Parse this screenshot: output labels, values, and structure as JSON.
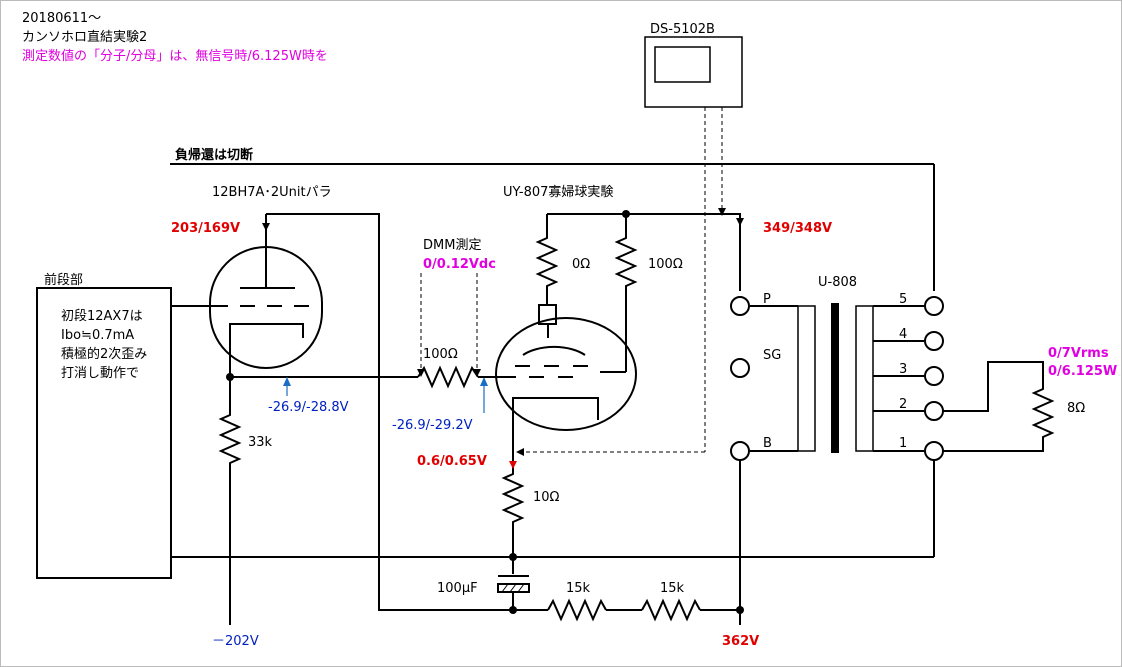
{
  "header": {
    "date": "20180611～",
    "title": "カンソホロ直結実験2",
    "note": "測定数値の「分子/分母」は、無信号時/6.125W時を"
  },
  "scope_label": "DS-5102B",
  "nfb_note": "負帰還は切断",
  "driver_tube_label": "12BH7A･2Unitパラ",
  "output_tube_label": "UY-807寡婦球実験",
  "front_stage": {
    "title": "前段部",
    "lines": [
      "初段12AX7は",
      "Ibo≒0.7mA",
      "積極的2次歪み",
      "打消し動作で"
    ]
  },
  "dmm": {
    "label": "DMM測定",
    "value": "0/0.12Vdc"
  },
  "voltages": {
    "driver_plate": "203/169V",
    "driver_cathode": "-26.9/-28.8V",
    "output_grid": "-26.9/-29.2V",
    "output_cathode": "0.6/0.65V",
    "output_plate": "349/348V",
    "neg_supply": "－202V",
    "pos_supply": "362V",
    "output_voltage": "0/7Vrms",
    "output_power": "0/6.125W"
  },
  "components": {
    "r_grid_stop": "100Ω",
    "r_cath_driver": "33k",
    "r_plate_0": "0Ω",
    "r_screen_100": "100Ω",
    "r_cath_out": "10Ω",
    "cap": "100μF",
    "r_15k_a": "15k",
    "r_15k_b": "15k",
    "r_load": "8Ω"
  },
  "transformer": {
    "name": "U-808",
    "primary": [
      "P",
      "SG",
      "B"
    ],
    "secondary": [
      "5",
      "4",
      "3",
      "2",
      "1"
    ]
  }
}
